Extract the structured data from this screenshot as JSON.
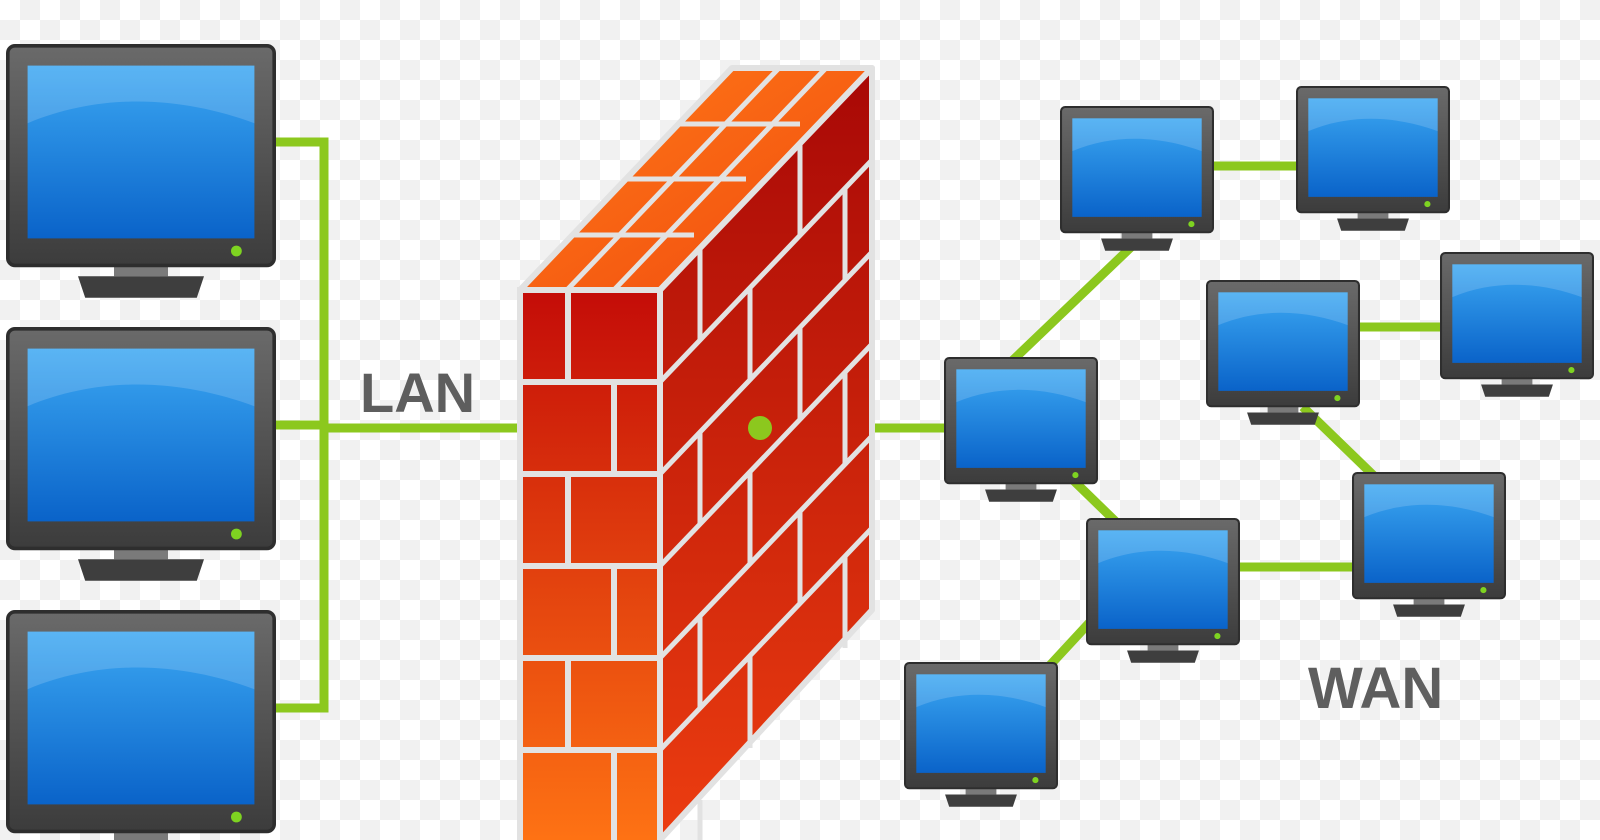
{
  "labels": {
    "lan": "LAN",
    "wan": "WAN"
  },
  "colors": {
    "link": "#8cc81e",
    "monitor_bezel": "#5a5a5a",
    "screen_top": "#3ba7f2",
    "screen_bottom": "#0a63c9",
    "brick_light": "#ff6a12",
    "brick_dark": "#c00c08",
    "mortar": "#e2e2e2",
    "power_led": "#7ed321"
  },
  "nodes": {
    "lan": [
      "lan-computer-1",
      "lan-computer-2",
      "lan-computer-3"
    ],
    "wan": [
      "wan-computer-1",
      "wan-computer-2",
      "wan-computer-3",
      "wan-computer-4",
      "wan-computer-5",
      "wan-computer-6",
      "wan-computer-7",
      "wan-computer-8"
    ]
  }
}
